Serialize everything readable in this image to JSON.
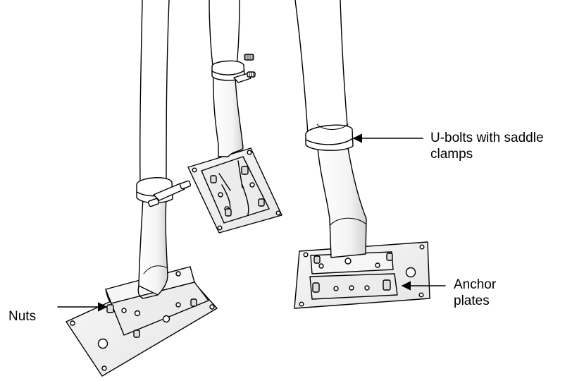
{
  "labels": {
    "ubolts": {
      "line1": "U-bolts with saddle",
      "line2": "clamps"
    },
    "anchor": {
      "line1": "Anchor",
      "line2": "plates"
    },
    "nuts": "Nuts"
  }
}
